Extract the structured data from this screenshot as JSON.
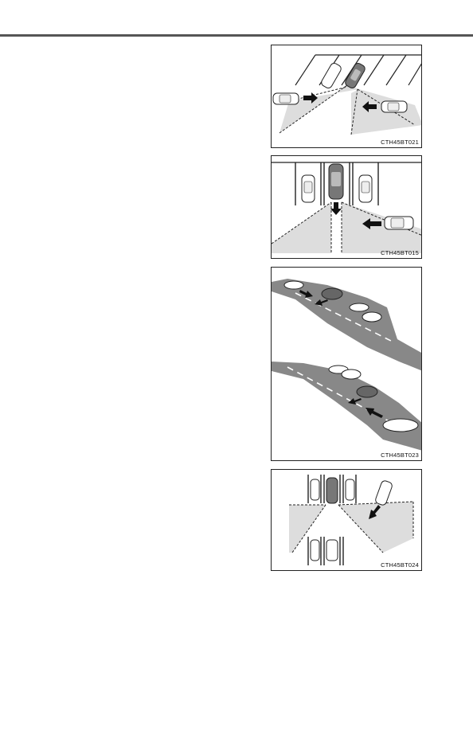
{
  "figures": [
    {
      "code": "CTH45BT021"
    },
    {
      "code": "CTH45BT015"
    },
    {
      "code": "CTH45BT023"
    },
    {
      "code": "CTH45BT024"
    }
  ]
}
